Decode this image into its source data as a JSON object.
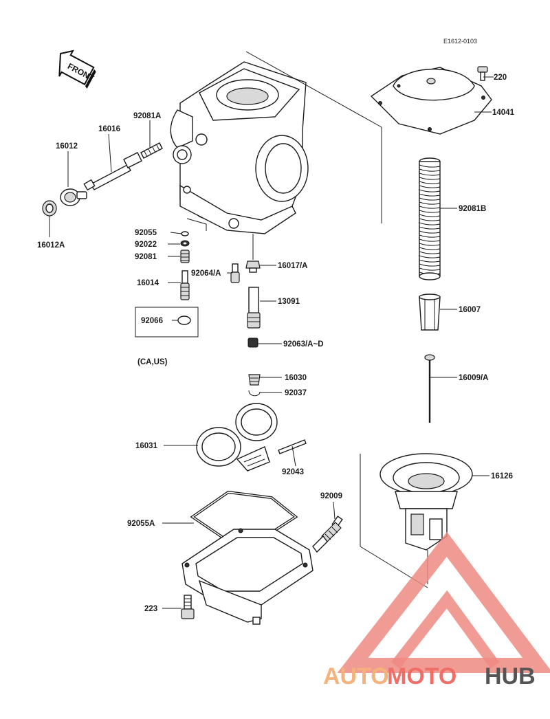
{
  "diagram_code": "E1612-0103",
  "front_label": "FRONT",
  "note_label": "(CA,US)",
  "watermark": {
    "part1": "AUTO",
    "part2": "MOTO",
    "part3": "HUB",
    "color1": "#f5b27a",
    "color2": "#ef6f68",
    "color3": "#555555"
  },
  "parts": {
    "p220": "220",
    "p14041": "14041",
    "p92081B": "92081B",
    "p16007": "16007",
    "p16009A": "16009/A",
    "p16126": "16126",
    "p92081A": "92081A",
    "p16016": "16016",
    "p16012": "16012",
    "p16012A": "16012A",
    "p92055": "92055",
    "p92022": "92022",
    "p92081": "92081",
    "p92064A": "92064/A",
    "p16017A": "16017/A",
    "p16014": "16014",
    "p13091": "13091",
    "p92066": "92066",
    "p92063AD": "92063/A~D",
    "p16030": "16030",
    "p92037": "92037",
    "p16031": "16031",
    "p92043": "92043",
    "p92009": "92009",
    "p92055A": "92055A",
    "p223": "223"
  }
}
